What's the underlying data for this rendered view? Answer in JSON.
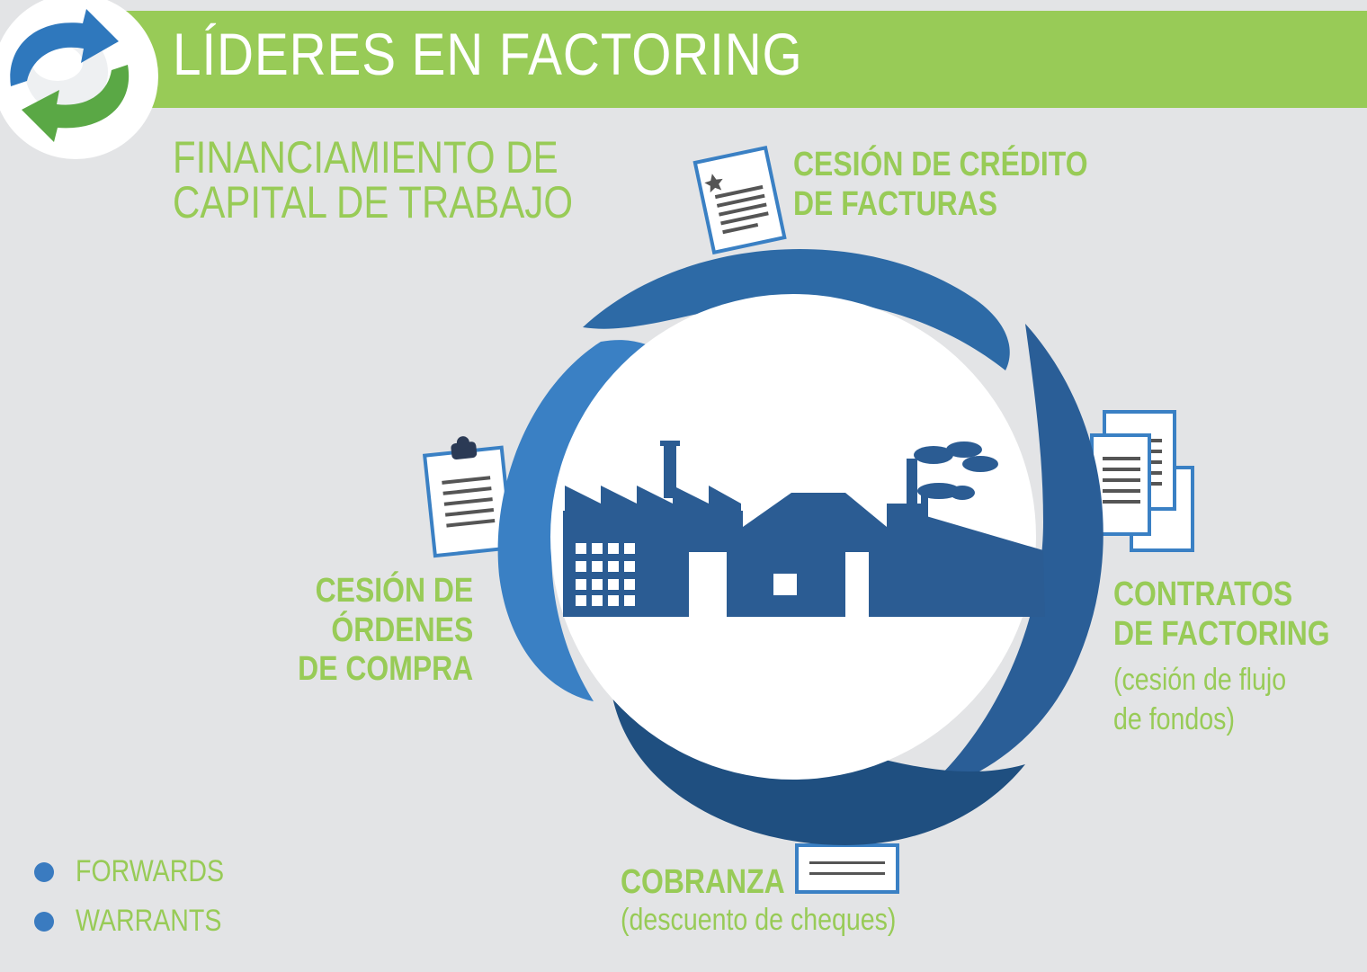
{
  "header": {
    "title": "LÍDERES EN FACTORING"
  },
  "subtitle": {
    "line1": "FINANCIAMIENTO DE",
    "line2": "CAPITAL DE TRABAJO"
  },
  "services": {
    "invoices": {
      "line1": "CESIÓN DE CRÉDITO",
      "line2": "DE FACTURAS"
    },
    "contracts": {
      "line1": "CONTRATOS",
      "line2": "DE FACTORING",
      "note1": "(cesión de flujo",
      "note2": "de fondos)"
    },
    "collection": {
      "line1": "COBRANZA",
      "note": "(descuento de cheques)"
    },
    "purchase_orders": {
      "line1": "CESIÓN DE",
      "line2": "ÓRDENES",
      "line3": "DE COMPRA"
    }
  },
  "legend": {
    "items": [
      "FORWARDS",
      "WARRANTS"
    ]
  },
  "colors": {
    "green": "#98cb57",
    "blue_dark": "#1f4f80",
    "blue_mid": "#2d6aa6",
    "blue_light": "#3a80c4",
    "factory": "#2b5c93",
    "background": "#e3e4e6"
  }
}
